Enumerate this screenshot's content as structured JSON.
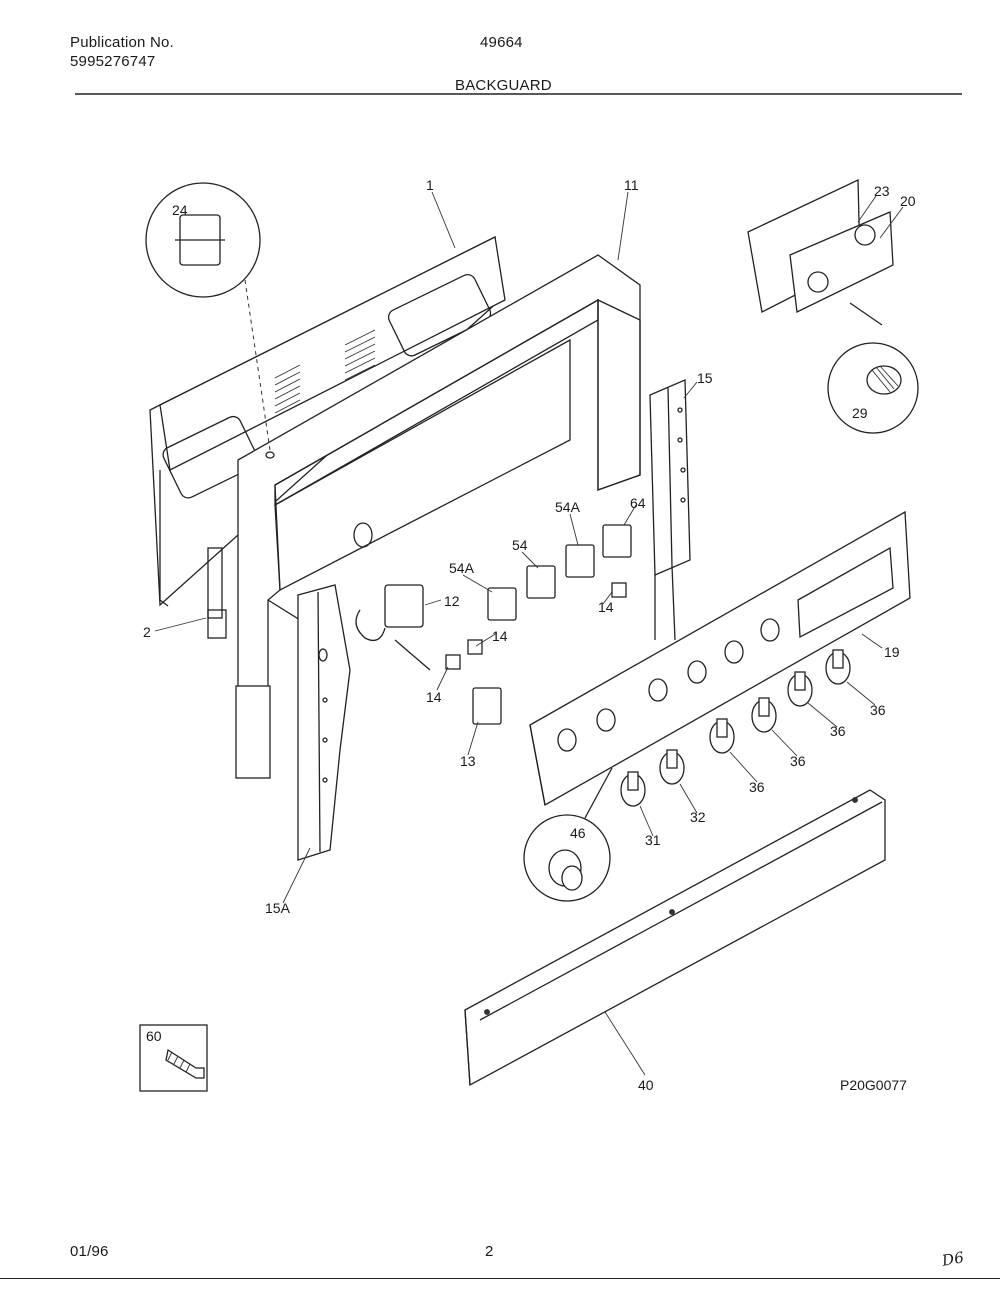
{
  "header": {
    "publication_label": "Publication No.",
    "publication_number": "5995276747",
    "model": "49664",
    "section_title": "BACKGUARD"
  },
  "diagram": {
    "code": "P20G0077",
    "callouts": {
      "c1": "1",
      "c11": "11",
      "c24": "24",
      "c23": "23",
      "c20": "20",
      "c29": "29",
      "c15": "15",
      "c54A_top": "54A",
      "c64": "64",
      "c54": "54",
      "c54A_left": "54A",
      "c12": "12",
      "c14_a": "14",
      "c14_b": "14",
      "c14_c": "14",
      "c2": "2",
      "c19": "19",
      "c36_a": "36",
      "c36_b": "36",
      "c36_c": "36",
      "c36_d": "36",
      "c32": "32",
      "c31": "31",
      "c46": "46",
      "c13": "13",
      "c15A": "15A",
      "c60": "60",
      "c40": "40"
    }
  },
  "footer": {
    "date": "01/96",
    "page": "2",
    "initials": "D6"
  }
}
